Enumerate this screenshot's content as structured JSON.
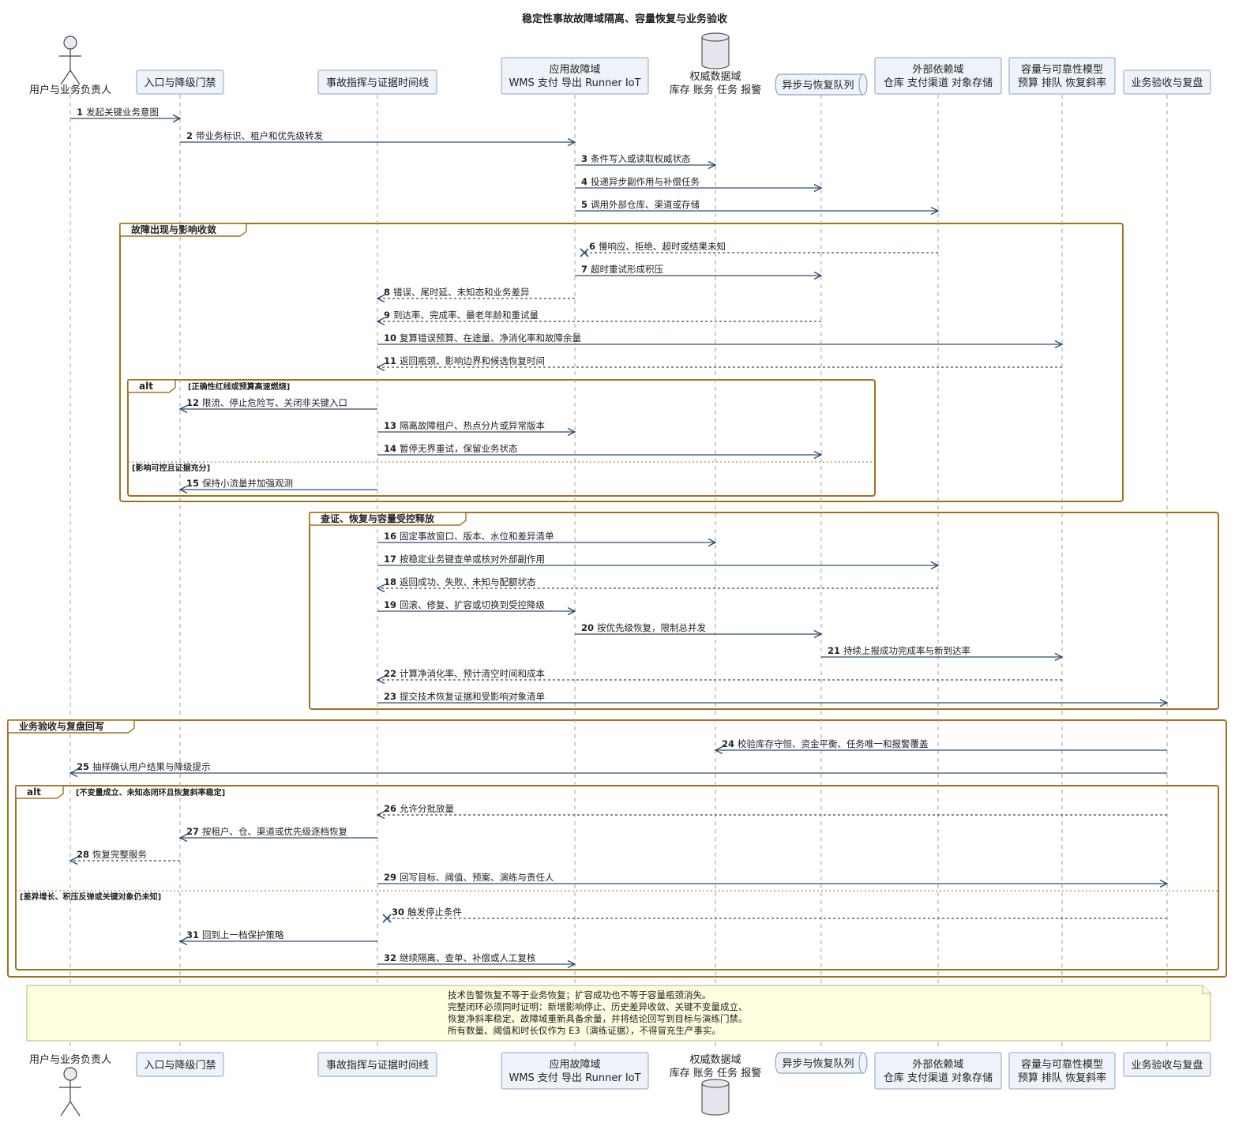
{
  "title": "稳定性事故故障域隔离、容量恢复与业务验收",
  "participants": [
    {
      "id": "user",
      "kind": "actor",
      "lines": [
        "用户与业务负责人"
      ]
    },
    {
      "id": "gate",
      "kind": "box",
      "lines": [
        "入口与降级门禁"
      ]
    },
    {
      "id": "cmd",
      "kind": "box",
      "lines": [
        "事故指挥与证据时间线"
      ]
    },
    {
      "id": "app",
      "kind": "box",
      "lines": [
        "应用故障域",
        "WMS 支付 导出 Runner IoT"
      ]
    },
    {
      "id": "db",
      "kind": "database",
      "lines": [
        "权威数据域",
        "库存 账务 任务 报警"
      ]
    },
    {
      "id": "queue",
      "kind": "queue",
      "lines": [
        "异步与恢复队列"
      ]
    },
    {
      "id": "ext",
      "kind": "box",
      "lines": [
        "外部依赖域",
        "仓库 支付渠道 对象存储"
      ]
    },
    {
      "id": "cap",
      "kind": "box",
      "lines": [
        "容量与可靠性模型",
        "预算 排队 恢复斜率"
      ]
    },
    {
      "id": "biz",
      "kind": "box",
      "lines": [
        "业务验收与复盘"
      ]
    }
  ],
  "messages": [
    {
      "n": "1",
      "text": "发起关键业务意图",
      "from": "user",
      "to": "gate",
      "style": "solid"
    },
    {
      "n": "2",
      "text": "带业务标识、租户和优先级转发",
      "from": "gate",
      "to": "app",
      "style": "solid"
    },
    {
      "n": "3",
      "text": "条件写入或读取权威状态",
      "from": "app",
      "to": "db",
      "style": "solid"
    },
    {
      "n": "4",
      "text": "投递异步副作用与补偿任务",
      "from": "app",
      "to": "queue",
      "style": "solid"
    },
    {
      "n": "5",
      "text": "调用外部仓库、渠道或存储",
      "from": "app",
      "to": "ext",
      "style": "solid"
    },
    {
      "n": "6",
      "text": "慢响应、拒绝、超时或结果未知",
      "from": "ext",
      "to": "app",
      "style": "dashed",
      "lost": true
    },
    {
      "n": "7",
      "text": "超时重试形成积压",
      "from": "app",
      "to": "queue",
      "style": "solid"
    },
    {
      "n": "8",
      "text": "错误、尾时延、未知态和业务差异",
      "from": "app",
      "to": "cmd",
      "style": "dashed"
    },
    {
      "n": "9",
      "text": "到达率、完成率、最老年龄和重试量",
      "from": "queue",
      "to": "cmd",
      "style": "dashed"
    },
    {
      "n": "10",
      "text": "复算错误预算、在途量、净消化率和故障余量",
      "from": "cmd",
      "to": "cap",
      "style": "solid"
    },
    {
      "n": "11",
      "text": "返回瓶颈、影响边界和候选恢复时间",
      "from": "cap",
      "to": "cmd",
      "style": "dashed"
    },
    {
      "n": "12",
      "text": "限流、停止危险写、关闭非关键入口",
      "from": "cmd",
      "to": "gate",
      "style": "solid"
    },
    {
      "n": "13",
      "text": "隔离故障租户、热点分片或异常版本",
      "from": "cmd",
      "to": "app",
      "style": "solid"
    },
    {
      "n": "14",
      "text": "暂停无界重试，保留业务状态",
      "from": "cmd",
      "to": "queue",
      "style": "solid"
    },
    {
      "n": "15",
      "text": "保持小流量并加强观测",
      "from": "cmd",
      "to": "gate",
      "style": "solid"
    },
    {
      "n": "16",
      "text": "固定事故窗口、版本、水位和差异清单",
      "from": "cmd",
      "to": "db",
      "style": "solid"
    },
    {
      "n": "17",
      "text": "按稳定业务键查单或核对外部副作用",
      "from": "cmd",
      "to": "ext",
      "style": "solid"
    },
    {
      "n": "18",
      "text": "返回成功、失败、未知与配额状态",
      "from": "ext",
      "to": "cmd",
      "style": "dashed"
    },
    {
      "n": "19",
      "text": "回滚、修复、扩容或切换到受控降级",
      "from": "cmd",
      "to": "app",
      "style": "solid"
    },
    {
      "n": "20",
      "text": "按优先级恢复，限制总并发",
      "from": "app",
      "to": "queue",
      "style": "solid"
    },
    {
      "n": "21",
      "text": "持续上报成功完成率与新到达率",
      "from": "queue",
      "to": "cap",
      "style": "solid"
    },
    {
      "n": "22",
      "text": "计算净消化率、预计清空时间和成本",
      "from": "cap",
      "to": "cmd",
      "style": "dashed"
    },
    {
      "n": "23",
      "text": "提交技术恢复证据和受影响对象清单",
      "from": "cmd",
      "to": "biz",
      "style": "solid"
    },
    {
      "n": "24",
      "text": "校验库存守恒、资金平衡、任务唯一和报警覆盖",
      "from": "biz",
      "to": "db",
      "style": "solid"
    },
    {
      "n": "25",
      "text": "抽样确认用户结果与降级提示",
      "from": "biz",
      "to": "user",
      "style": "solid"
    },
    {
      "n": "26",
      "text": "允许分批放量",
      "from": "biz",
      "to": "cmd",
      "style": "dashed"
    },
    {
      "n": "27",
      "text": "按租户、仓、渠道或优先级逐档恢复",
      "from": "cmd",
      "to": "gate",
      "style": "solid"
    },
    {
      "n": "28",
      "text": "恢复完整服务",
      "from": "gate",
      "to": "user",
      "style": "dashed"
    },
    {
      "n": "29",
      "text": "回写目标、阈值、预案、演练与责任人",
      "from": "cmd",
      "to": "biz",
      "style": "solid"
    },
    {
      "n": "30",
      "text": "触发停止条件",
      "from": "biz",
      "to": "cmd",
      "style": "dashed",
      "lost": true
    },
    {
      "n": "31",
      "text": "回到上一档保护策略",
      "from": "cmd",
      "to": "gate",
      "style": "solid"
    },
    {
      "n": "32",
      "text": "继续隔离、查单、补偿或人工复核",
      "from": "cmd",
      "to": "app",
      "style": "solid"
    }
  ],
  "groups": [
    {
      "title": "故障出现与影响收敛"
    },
    {
      "title": "alt",
      "condition": "[正确性红线或预算高速燃烧]",
      "else_condition": "[影响可控且证据充分]"
    },
    {
      "title": "查证、恢复与容量受控释放"
    },
    {
      "title": "业务验收与复盘回写"
    },
    {
      "title": "alt",
      "condition": "[不变量成立、未知态闭环且恢复斜率稳定]",
      "else_condition": "[差异增长、积压反弹或关键对象仍未知]"
    }
  ],
  "note": {
    "lines": [
      "技术告警恢复不等于业务恢复；扩容成功也不等于容量瓶颈消失。",
      "完整闭环必须同时证明：新增影响停止、历史差异收敛、关键不变量成立、",
      "恢复净斜率稳定、故障域重新具备余量，并将结论回写到目标与演练门禁。",
      "所有数量、阈值和时长仅作为 E3（演练证据），不得冒充生产事实。"
    ]
  }
}
